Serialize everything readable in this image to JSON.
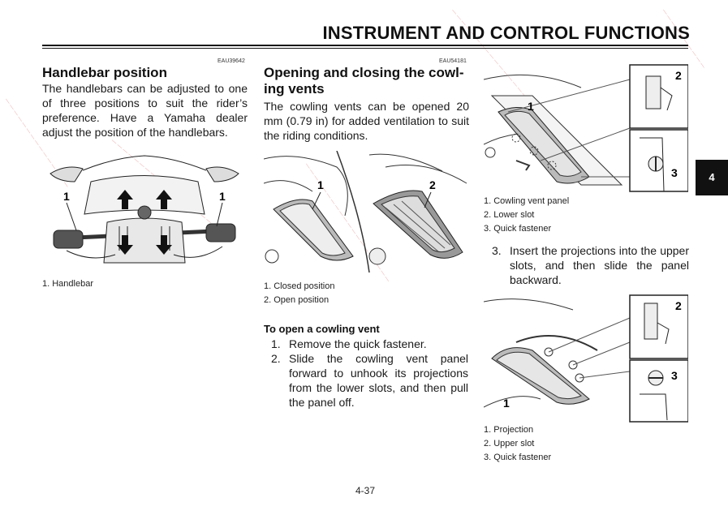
{
  "header": {
    "title": "INSTRUMENT AND CONTROL FUNCTIONS"
  },
  "handlebar": {
    "code": "EAU39642",
    "heading": "Handlebar position",
    "body": "The handlebars can be adjusted to one of three positions to suit the rider’s preference. Have a Yamaha dealer adjust the position of the handlebars.",
    "figure": {
      "callout_left": "1",
      "callout_right": "1"
    },
    "caption": [
      "1.  Handlebar"
    ]
  },
  "vents": {
    "code": "EAU54181",
    "heading_line1": "Opening and closing the cowl-",
    "heading_line2": "ing vents",
    "body": "The cowling vents can be opened 20 mm (0.79 in) for added ventilation to suit the riding conditions.",
    "figure": {
      "callout_1": "1",
      "callout_2": "2"
    },
    "caption": [
      "1.  Closed position",
      "2.  Open position"
    ],
    "open_heading": "To open a cowling vent",
    "steps": [
      {
        "num": "1.",
        "text": "Remove the quick fastener."
      },
      {
        "num": "2.",
        "text": "Slide the cowling vent panel forward to unhook its projections from the lower slots, and then pull the panel off."
      }
    ]
  },
  "right_col": {
    "fig1": {
      "callout_1": "1",
      "callout_2": "2",
      "callout_3": "3"
    },
    "caption1": [
      "1.  Cowling vent panel",
      "2.  Lower slot",
      "3.  Quick fastener"
    ],
    "step3": {
      "num": "3.",
      "text": "Insert the projections into the upper slots, and then slide the panel backward."
    },
    "fig2": {
      "callout_1": "1",
      "callout_2": "2",
      "callout_3": "3"
    },
    "caption2": [
      "1.  Projection",
      "2.  Upper slot",
      "3.  Quick fastener"
    ]
  },
  "chapter_tab": "4",
  "page_number": "4-37"
}
